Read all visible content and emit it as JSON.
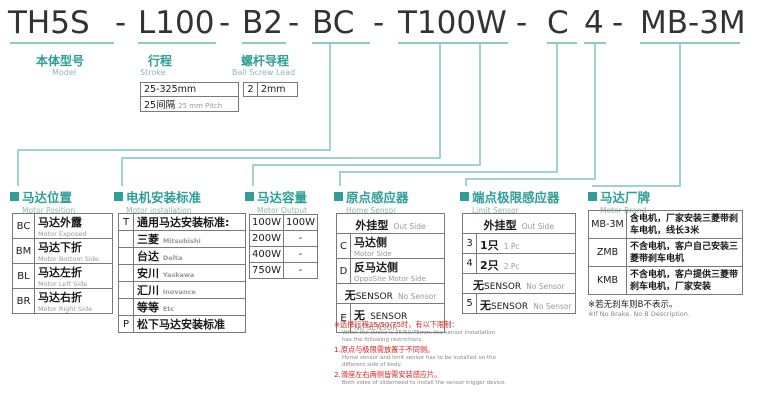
{
  "code": {
    "model": "TH5S",
    "dash1": "-",
    "stroke": "L100",
    "dash2": "-",
    "lead": "B2",
    "dash3": "-",
    "position": "BC",
    "dash4": "-",
    "motor": "T100W",
    "dash5": "-",
    "sensor_prefix": "C",
    "limit": "4",
    "dash6": "-",
    "brand": "MB-3M"
  },
  "captions": {
    "model_cn": "本体型号",
    "model_en": "Model",
    "stroke_cn": "行程",
    "stroke_en": "Stroke",
    "lead_cn": "螺杆导程",
    "lead_en": "Ball Screw Lead"
  },
  "stroke_table": {
    "range": "25-325mm",
    "pitch_cn": "25间隔",
    "pitch_en": "25 mm Pitch"
  },
  "lead_table": {
    "code": "2",
    "value": "2mm"
  },
  "sections": {
    "position": {
      "title": "马达位置",
      "subtitle": "Motor Position",
      "rows": [
        {
          "code": "BC",
          "cn": "马达外露",
          "en": "Motor Exposed"
        },
        {
          "code": "BM",
          "cn": "马达下折",
          "en": "Motor Bottom Side"
        },
        {
          "code": "BL",
          "cn": "马达左折",
          "en": "Motor Left Side"
        },
        {
          "code": "BR",
          "cn": "马达右折",
          "en": "Motor Right Side"
        }
      ]
    },
    "install": {
      "title": "电机安装标准",
      "subtitle": "Motor installation",
      "rows": [
        {
          "code": "T",
          "cn": "通用马达安装标准:",
          "en": ""
        },
        {
          "code": "",
          "cn": "三菱",
          "en": "Mitsubishi"
        },
        {
          "code": "",
          "cn": "台达",
          "en": "Delta"
        },
        {
          "code": "",
          "cn": "安川",
          "en": "Yaskawa"
        },
        {
          "code": "",
          "cn": "汇川",
          "en": "Inovance"
        },
        {
          "code": "",
          "cn": "等等",
          "en": "Etc"
        },
        {
          "code": "P",
          "cn": "松下马达安装标准",
          "en": ""
        }
      ]
    },
    "output": {
      "title": "马达容量",
      "subtitle": "Motor Output",
      "rows": [
        {
          "code": "100W",
          "val": "100W"
        },
        {
          "code": "200W",
          "val": "-"
        },
        {
          "code": "400W",
          "val": "-"
        },
        {
          "code": "750W",
          "val": "-"
        }
      ]
    },
    "home": {
      "title": "原点感应器",
      "subtitle": "Home Sensor",
      "header_cn": "外挂型",
      "header_en": "Out Side",
      "rows": [
        {
          "code": "C",
          "cn": "马达侧",
          "en": "Motor Side"
        },
        {
          "code": "D",
          "cn": "反马达侧",
          "en": "OppoSite Motor Side"
        },
        {
          "code": "",
          "cn": "无",
          "en": "SENSOR",
          "en2": "No Sensor"
        },
        {
          "code": "E",
          "cn": "无",
          "en": "SENSOR",
          "en2": "No SENSOR"
        }
      ]
    },
    "limit": {
      "title": "端点极限感应器",
      "subtitle": "Limit Sensor",
      "header_cn": "外挂型",
      "header_en": "Out Side",
      "rows": [
        {
          "code": "3",
          "cn": "1只",
          "en": "1 Pc"
        },
        {
          "code": "4",
          "cn": "2只",
          "en": "2 Pc"
        },
        {
          "code": "",
          "cn": "无",
          "en": "SENSOR",
          "en2": "No Sensor"
        },
        {
          "code": "5",
          "cn": "无",
          "en": "SENSOR",
          "en2": "No Sensor"
        }
      ]
    },
    "brand": {
      "title": "马达厂牌",
      "subtitle": "Motor Brand",
      "rows": [
        {
          "code": "MB-3M",
          "desc": "含电机，厂家安装三菱带刹车电机，线长3米"
        },
        {
          "code": "ZMB",
          "desc": "不含电机，客户自己安装三菱带刹车电机"
        },
        {
          "code": "KMB",
          "desc": "不含电机，客户提供三菱带刹车电机，厂家安装"
        }
      ],
      "note_cn": "※若无刹车则B不表示。",
      "note_en": "※If No Brake, No B Description."
    }
  },
  "notes": {
    "n1_cn": "※选择行程25/50/75时，有以下限制：",
    "n1_en1": "When the stroke is 25/50/75mm, the sensor installation",
    "n1_en2": "has the following restrictions.",
    "n2_cn": "1.原点与极限需放置于不同侧。",
    "n2_en1": "Home sensor and limit sensor has to be installed on the",
    "n2_en2": "different side of body.",
    "n3_cn": "2.滑座左右两侧皆需安装感应片。",
    "n3_en": "Both sides of sliderneed to install the sensor trigger device."
  },
  "colors": {
    "accent": "#2e9e97",
    "line": "#8dc9c6"
  }
}
